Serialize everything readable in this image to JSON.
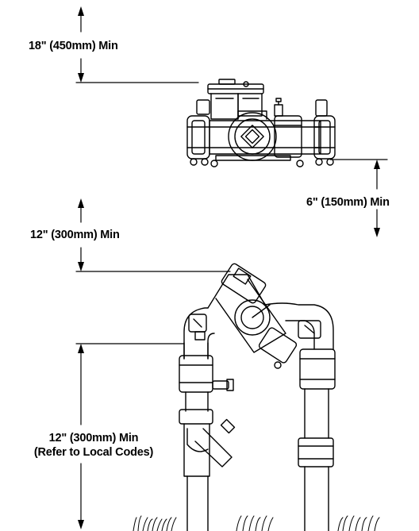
{
  "labels": {
    "top_clearance": "18\" (450mm) Min",
    "side_clearance": "6\" (150mm) Min",
    "vertical_clearance": "12\" (300mm) Min",
    "ground_clearance_line1": "12\" (300mm) Min",
    "ground_clearance_line2": "(Refer to Local Codes)"
  },
  "colors": {
    "line": "#000000",
    "background": "#ffffff"
  }
}
